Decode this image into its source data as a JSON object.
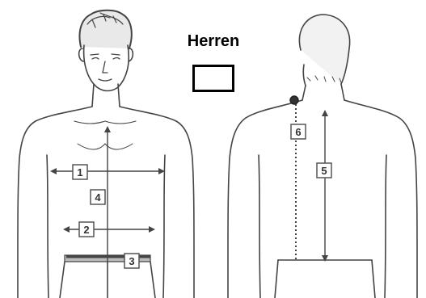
{
  "title": "Herren",
  "markers": [
    "1",
    "2",
    "3",
    "4",
    "5",
    "6"
  ]
}
